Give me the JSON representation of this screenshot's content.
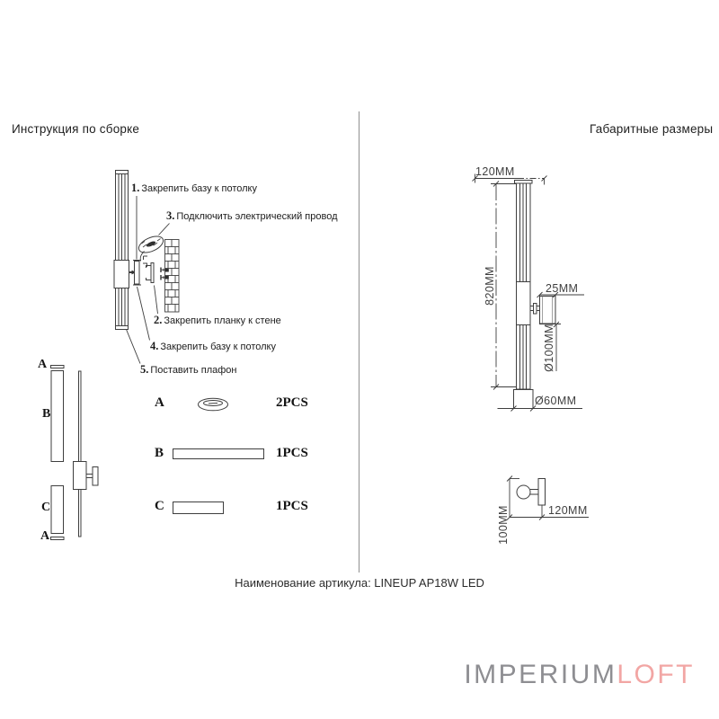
{
  "headers": {
    "left": "Инструкция по сборке",
    "right": "Габаритные размеры"
  },
  "assembly_steps": [
    {
      "num": "1.",
      "text": "Закрепить базу к потолку"
    },
    {
      "num": "2.",
      "text": "Закрепить планку к стене"
    },
    {
      "num": "3.",
      "text": "Подключить электрический провод"
    },
    {
      "num": "4.",
      "text": "Закрепить базу к потолку"
    },
    {
      "num": "5.",
      "text": "Поставить плафон"
    }
  ],
  "exploded_labels": {
    "top_cap": "A",
    "upper_tube": "B",
    "lower_tube": "C",
    "bottom_cap": "A"
  },
  "parts_list": [
    {
      "label": "A",
      "qty": "2PCS"
    },
    {
      "label": "B",
      "qty": "1PCS"
    },
    {
      "label": "C",
      "qty": "1PCS"
    }
  ],
  "dimensions_front": {
    "top_width": "120MM",
    "height": "820MM",
    "bracket_width": "25MM",
    "depth": "Ø100MM",
    "base_diameter": "Ø60MM"
  },
  "dimensions_side": {
    "height": "100MM",
    "depth": "120MM"
  },
  "article": {
    "text": "Наименование артикула: LINEUP AP18W LED"
  },
  "logo": {
    "primary": "IMPERIUM",
    "accent": "LOFT",
    "primary_color": "#8e8e92",
    "accent_color": "#f2a6a4"
  }
}
